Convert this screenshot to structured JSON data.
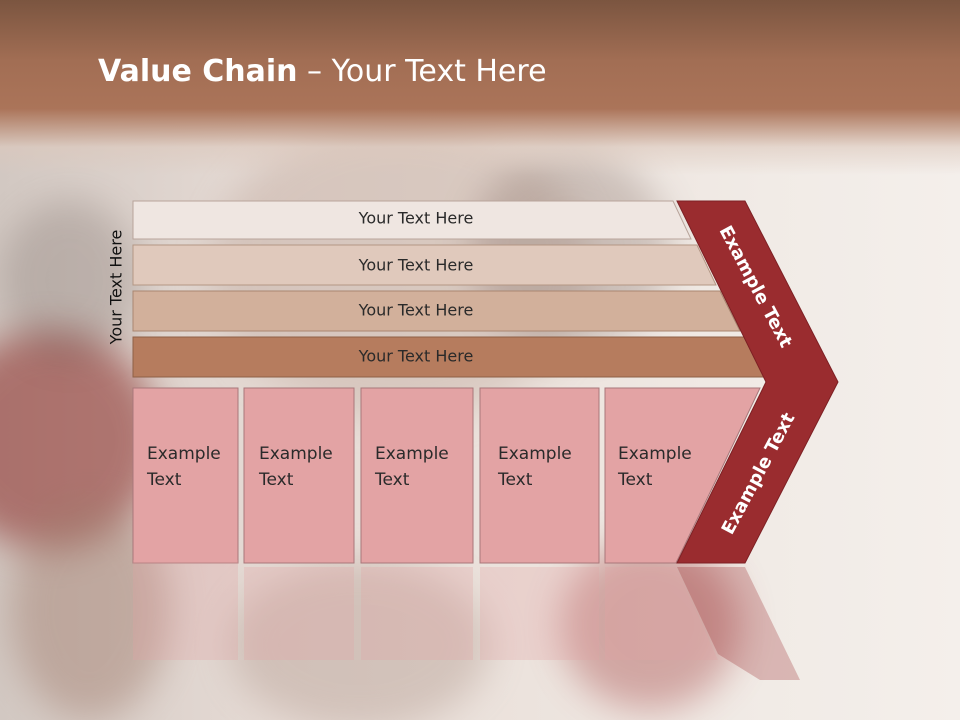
{
  "title": {
    "bold": "Value Chain",
    "rest": " – Your Text Here"
  },
  "vertical_label": "Your Text Here",
  "support_bars": [
    {
      "label": "Your Text Here",
      "color": "#efe6e1"
    },
    {
      "label": "Your Text Here",
      "color": "#e0c9bc"
    },
    {
      "label": "Your Text Here",
      "color": "#d2b09b"
    },
    {
      "label": "Your Text Here",
      "color": "#b67c5e"
    }
  ],
  "primary_boxes": [
    {
      "line1": "Example",
      "line2": "Text"
    },
    {
      "line1": "Example",
      "line2": "Text"
    },
    {
      "line1": "Example",
      "line2": "Text"
    },
    {
      "line1": "Example",
      "line2": "Text"
    },
    {
      "line1": "Example",
      "line2": "Text"
    }
  ],
  "chevron": {
    "top_label": "Example Text",
    "bottom_label": "Example Text",
    "color": "#9a2c2f"
  },
  "colors": {
    "box_fill": "#e3a3a4",
    "box_stroke": "#a8777a",
    "title_text": "#ffffff"
  }
}
